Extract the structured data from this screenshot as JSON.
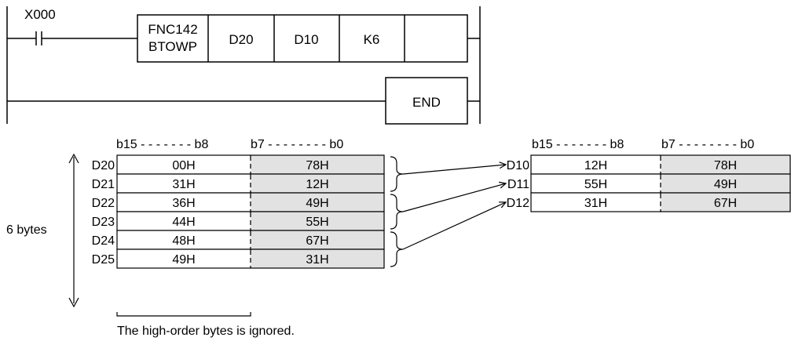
{
  "ladder": {
    "contact": "X000",
    "instruction": [
      "FNC142",
      "BTOWP"
    ],
    "operands": [
      "D20",
      "D10",
      "K6"
    ],
    "end_label": "END"
  },
  "source_table": {
    "header_left": "b15 - - - - - - - b8",
    "header_right": "b7 - - - - - - - - b0",
    "size_label": "6 bytes",
    "rows": [
      {
        "reg": "D20",
        "high": "00H",
        "low": "78H"
      },
      {
        "reg": "D21",
        "high": "31H",
        "low": "12H"
      },
      {
        "reg": "D22",
        "high": "36H",
        "low": "49H"
      },
      {
        "reg": "D23",
        "high": "44H",
        "low": "55H"
      },
      {
        "reg": "D24",
        "high": "48H",
        "low": "67H"
      },
      {
        "reg": "D25",
        "high": "49H",
        "low": "31H"
      }
    ],
    "note": "The high-order bytes is ignored."
  },
  "dest_table": {
    "header_left": "b15 - - - - - - - b8",
    "header_right": "b7 - - - - - - - - b0",
    "rows": [
      {
        "reg": "D10",
        "high": "12H",
        "low": "78H"
      },
      {
        "reg": "D11",
        "high": "55H",
        "low": "49H"
      },
      {
        "reg": "D12",
        "high": "31H",
        "low": "67H"
      }
    ]
  },
  "colors": {
    "shade": "#e2e2e2",
    "line": "#000000"
  }
}
